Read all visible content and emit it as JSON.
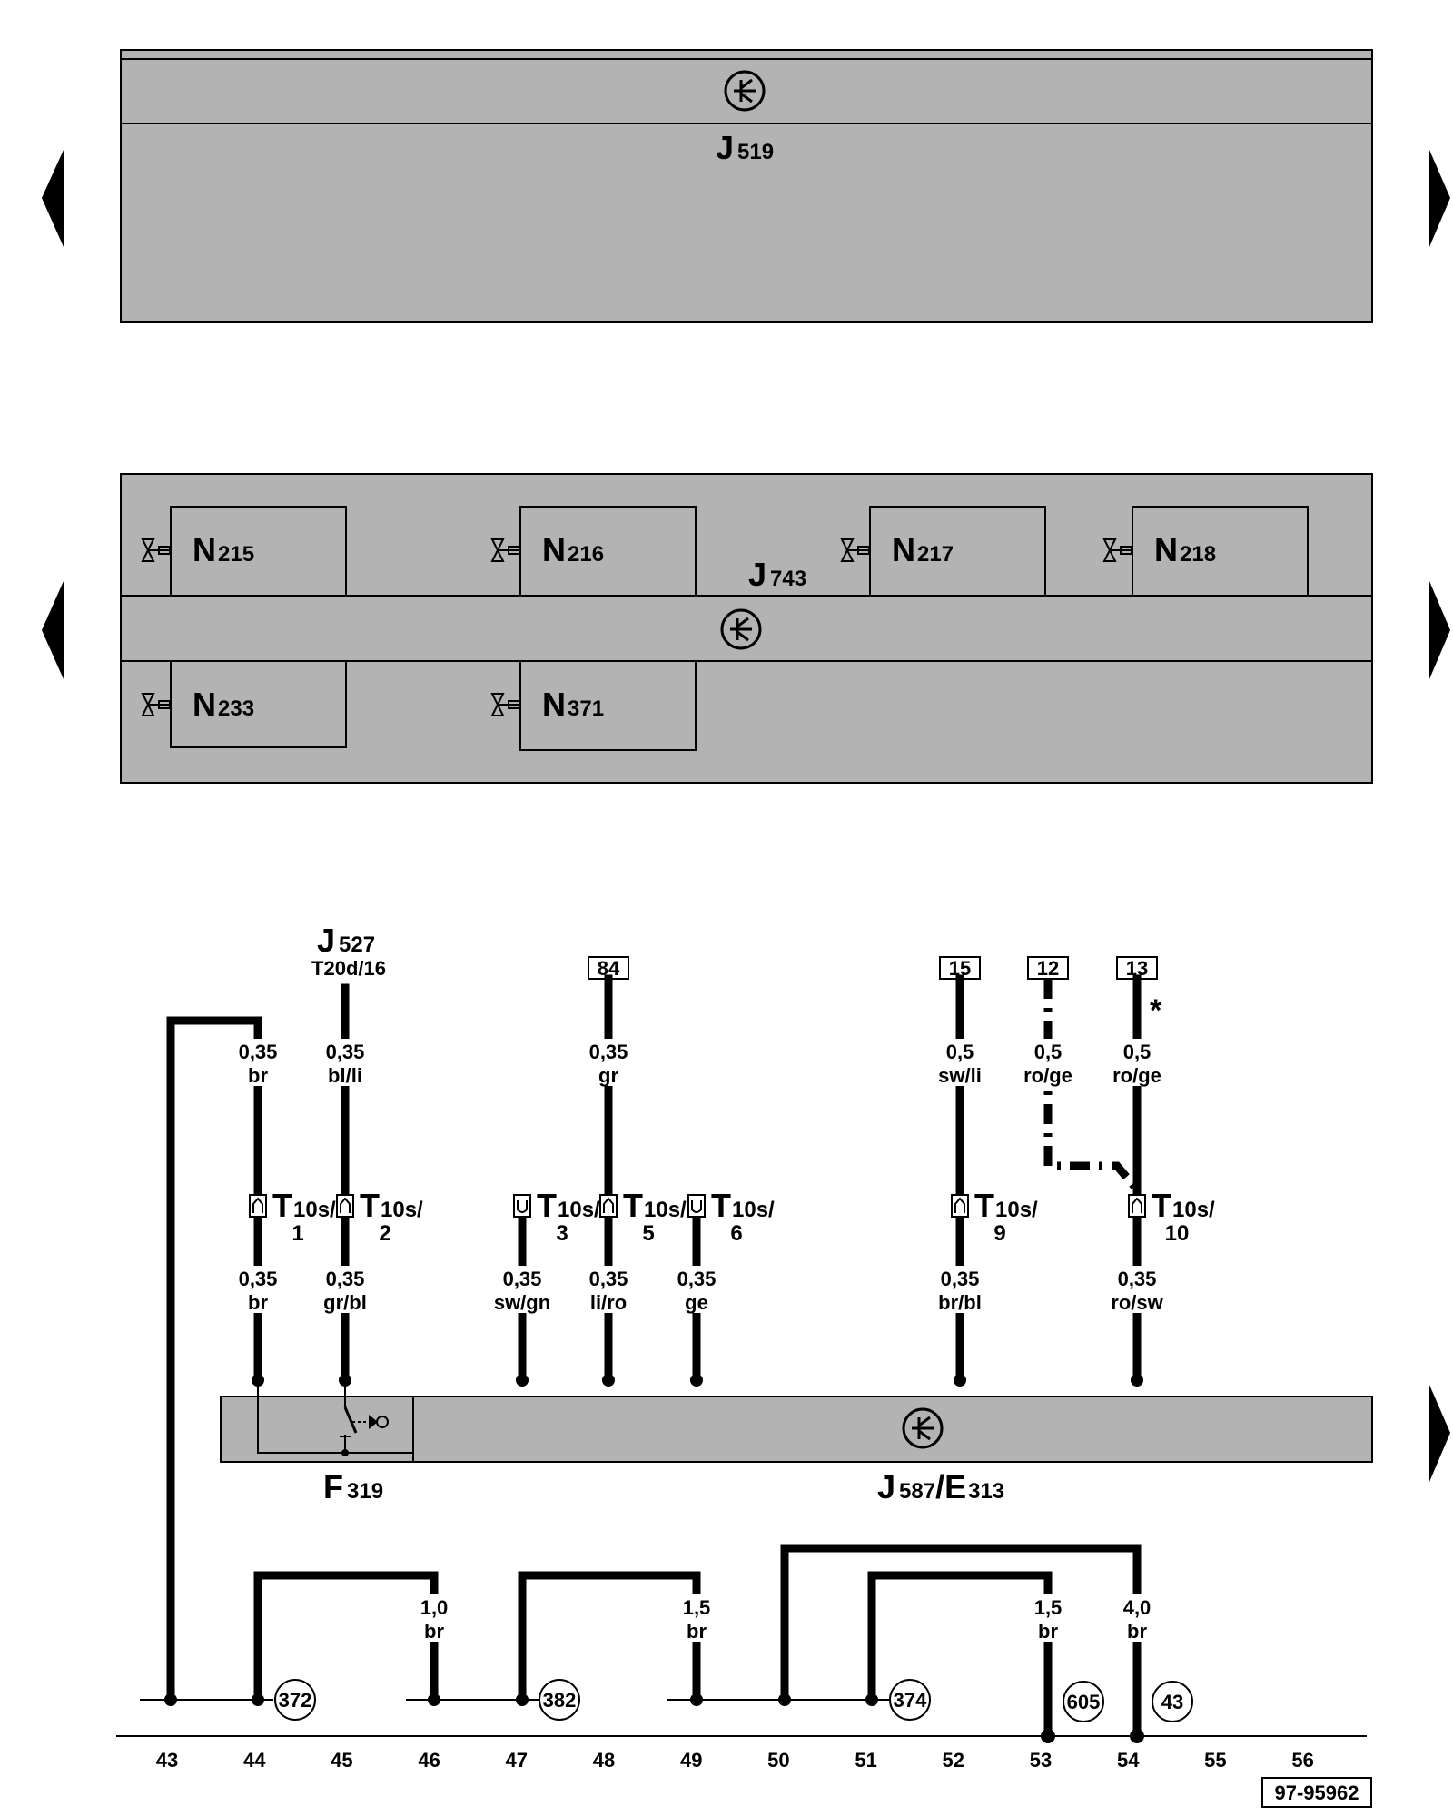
{
  "modules": {
    "top": {
      "name": "J",
      "sub": "519"
    },
    "middle": {
      "name": "J",
      "sub": "743",
      "valves": [
        {
          "name": "N",
          "sub": "215"
        },
        {
          "name": "N",
          "sub": "216"
        },
        {
          "name": "N",
          "sub": "217"
        },
        {
          "name": "N",
          "sub": "218"
        },
        {
          "name": "N",
          "sub": "233"
        },
        {
          "name": "N",
          "sub": "371"
        }
      ]
    },
    "bottom": {
      "switch": {
        "name": "F",
        "sub": "319"
      },
      "unit": {
        "name1": "J",
        "sub1": "587",
        "sep": "/",
        "name2": "E",
        "sub2": "313"
      }
    }
  },
  "source_ref": {
    "name": "J",
    "sub": "527",
    "pin": "T20d/16"
  },
  "terminals": [
    "84",
    "15",
    "12",
    "13"
  ],
  "star": "*",
  "wires_upper": [
    {
      "size": "0,35",
      "color": "br"
    },
    {
      "size": "0,35",
      "color": "bl/li"
    },
    {
      "size": "0,35",
      "color": "gr"
    },
    {
      "size": "0,5",
      "color": "sw/li"
    },
    {
      "size": "0,5",
      "color": "ro/ge"
    },
    {
      "size": "0,5",
      "color": "ro/ge"
    }
  ],
  "connectors": [
    {
      "main": "T",
      "sub": "10s/",
      "pin": "1"
    },
    {
      "main": "T",
      "sub": "10s/",
      "pin": "2"
    },
    {
      "main": "T",
      "sub": "10s/",
      "pin": "3"
    },
    {
      "main": "T",
      "sub": "10s/",
      "pin": "5"
    },
    {
      "main": "T",
      "sub": "10s/",
      "pin": "6"
    },
    {
      "main": "T",
      "sub": "10s/",
      "pin": "9"
    },
    {
      "main": "T",
      "sub": "10s/",
      "pin": "10"
    }
  ],
  "wires_lower": [
    {
      "size": "0,35",
      "color": "br"
    },
    {
      "size": "0,35",
      "color": "gr/bl"
    },
    {
      "size": "0,35",
      "color": "sw/gn"
    },
    {
      "size": "0,35",
      "color": "li/ro"
    },
    {
      "size": "0,35",
      "color": "ge"
    },
    {
      "size": "0,35",
      "color": "br/bl"
    },
    {
      "size": "0,35",
      "color": "ro/sw"
    }
  ],
  "ground_wires": [
    {
      "size": "1,0",
      "color": "br"
    },
    {
      "size": "1,5",
      "color": "br"
    },
    {
      "size": "1,5",
      "color": "br"
    },
    {
      "size": "4,0",
      "color": "br"
    }
  ],
  "ground_points": [
    "372",
    "382",
    "374",
    "605",
    "43"
  ],
  "tracks": [
    "43",
    "44",
    "45",
    "46",
    "47",
    "48",
    "49",
    "50",
    "51",
    "52",
    "53",
    "54",
    "55",
    "56"
  ],
  "doc_number": "97-95962"
}
